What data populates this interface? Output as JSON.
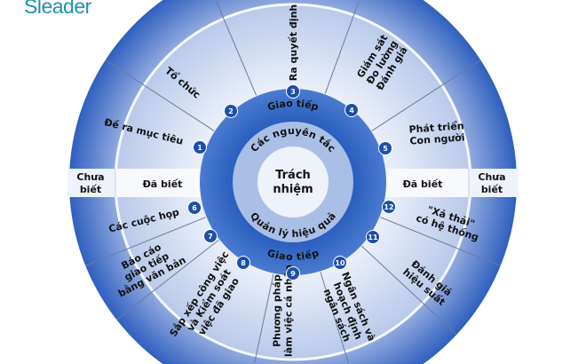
{
  "logo": "Sleader",
  "center": {
    "line1": "Trách",
    "line2": "nhiệm"
  },
  "inner_ring": {
    "top": "Các nguyên tắc",
    "bottom": "Quản lý hiệu quả"
  },
  "dark_ring": {
    "top": "Giao tiếp",
    "bottom": "Giao tiếp"
  },
  "known": {
    "left_known": "Đã biết",
    "left_unknown_1": "Chưa",
    "left_unknown_2": "biết",
    "right_known": "Đã biết",
    "right_unknown_1": "Chưa",
    "right_unknown_2": "biết"
  },
  "sectors": [
    {
      "n": "1",
      "lines": [
        "Đề ra mục tiêu"
      ]
    },
    {
      "n": "2",
      "lines": [
        "Tổ chức"
      ]
    },
    {
      "n": "3",
      "lines": [
        "Ra quyết định"
      ]
    },
    {
      "n": "4",
      "lines": [
        "Giám sát",
        "Đo lường",
        "Đánh giá"
      ]
    },
    {
      "n": "5",
      "lines": [
        "Phát triển",
        "Con người"
      ]
    },
    {
      "n": "6",
      "lines": [
        "Các cuộc họp"
      ]
    },
    {
      "n": "7",
      "lines": [
        "Báo cáo",
        "giao tiếp",
        "bằng văn bản"
      ]
    },
    {
      "n": "8",
      "lines": [
        "Sắp xếp công việc",
        "và Kiểm soát",
        "việc đã giao"
      ]
    },
    {
      "n": "9",
      "lines": [
        "Phương pháp",
        "làm việc cá nhân"
      ]
    },
    {
      "n": "10",
      "lines": [
        "Ngân sách và",
        "hoạch định",
        "ngân sách"
      ]
    },
    {
      "n": "11",
      "lines": [
        "Đánh giá",
        "hiệu suất"
      ]
    },
    {
      "n": "12",
      "lines": [
        "\"Xả thải\"",
        "có hệ thống"
      ]
    }
  ],
  "colors": {
    "outer": "#3d6fc4",
    "band": "#c9d5ee",
    "dark": "#2e62bd",
    "badge": "#1d4fa8"
  }
}
